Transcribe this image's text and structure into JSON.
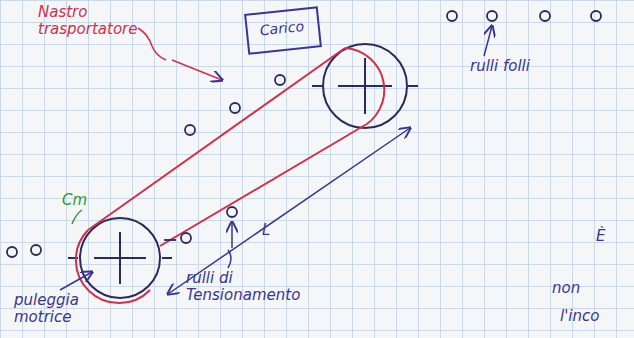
{
  "diagram": {
    "nodes": [
      {
        "text": [
          "Carico"
        ]
      }
    ],
    "labels": [
      "Nastro trasportatore",
      "Cm",
      "rulli folli",
      "puleggia motrice",
      "rulli di Tensionamento",
      "L",
      "È",
      "non",
      "l'inco"
    ]
  }
}
